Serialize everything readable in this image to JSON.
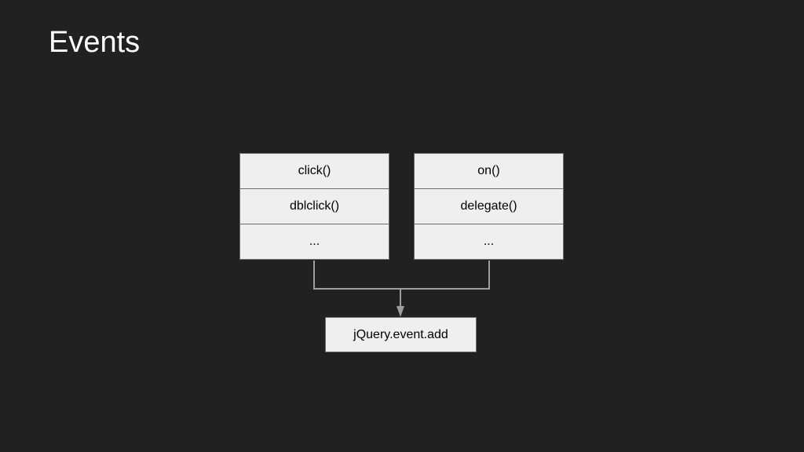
{
  "slide": {
    "title": "Events"
  },
  "diagram": {
    "left_group": [
      "click()",
      "dblclick()",
      "..."
    ],
    "right_group": [
      "on()",
      "delegate()",
      "..."
    ],
    "target": "jQuery.event.add"
  },
  "colors": {
    "background": "#212121",
    "box_fill": "#efefef",
    "box_border": "#6d6d6d",
    "connector": "#9e9e9e",
    "title_text": "#ffffff"
  }
}
